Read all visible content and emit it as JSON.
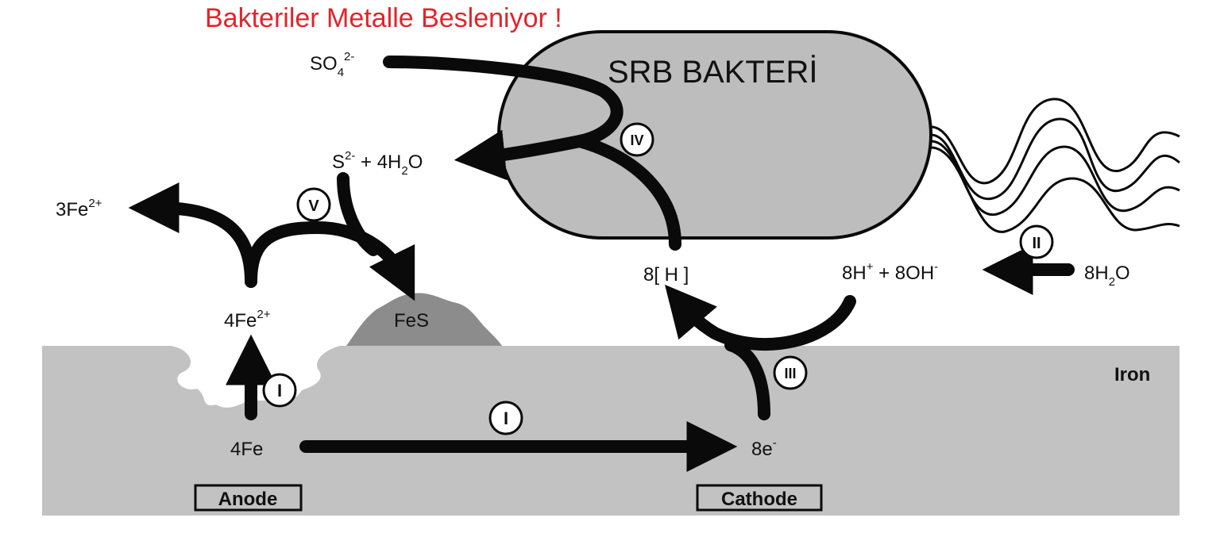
{
  "title": "Bakteriler Metalle Besleniyor !",
  "bacterium_label": "SRB BAKTERİ",
  "metal_label": "Iron",
  "anode_label": "Anode",
  "cathode_label": "Cathode",
  "species": {
    "sulfate": {
      "base": "SO",
      "sub": "4",
      "sup": "2-"
    },
    "sulfide_water": {
      "s": "S",
      "s_sup": "2-",
      "mid": " + 4H",
      "sub": "2",
      "end": "O"
    },
    "fe3_free": {
      "base": "3Fe",
      "sup": "2+"
    },
    "fe4_ion": {
      "base": "4Fe",
      "sup": "2+"
    },
    "fes": "FeS",
    "fe_metal": "4Fe",
    "electrons": {
      "base": "8e",
      "sup": "-"
    },
    "hydrogen": "8[ H ]",
    "water_split": {
      "a": "8H",
      "a_sup": "+",
      "b": " + 8OH",
      "b_sup": "-"
    },
    "water": {
      "base": "8H",
      "sub": "2",
      "end": "O"
    }
  },
  "steps": {
    "anode_step": "I",
    "electron_step": "I",
    "water_step": "II",
    "cathode_step": "III",
    "reduction_step": "IV",
    "precipitation_step": "V"
  },
  "colors": {
    "title": "#e0252b",
    "metal": "#c2c2c2",
    "cell": "#bdbdbd",
    "fes": "#8c8c8c",
    "arrow": "#0a0a0a"
  }
}
